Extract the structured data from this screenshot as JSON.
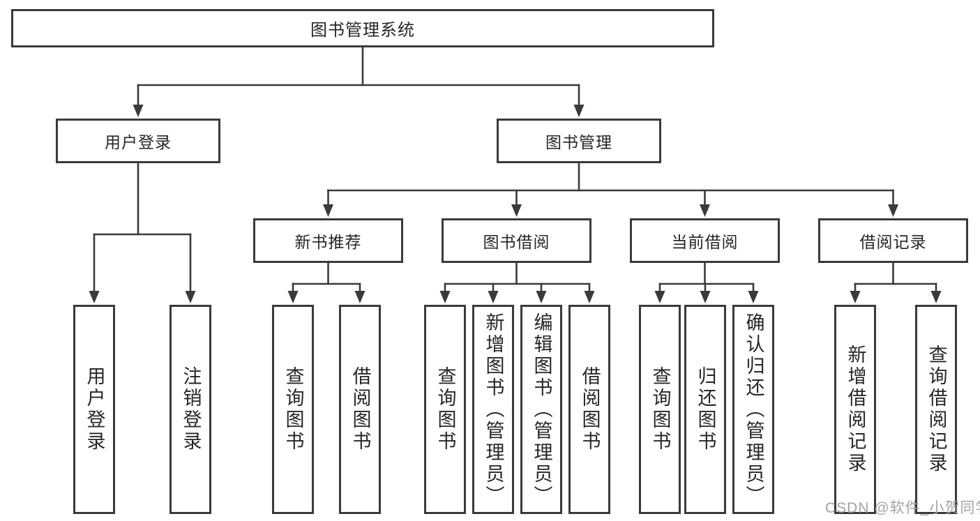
{
  "colors": {
    "line": "#3a3a3a",
    "box_border": "#3a3a3a",
    "box_background": "#ffffff",
    "text": "#262626",
    "watermark": "#9c9c9c",
    "background": "#ffffff"
  },
  "watermark": "CSDN @软件_小贺同学",
  "tree": {
    "root": {
      "label": "图书管理系统",
      "children": [
        {
          "label": "用户登录",
          "children": [
            {
              "label": "用户登录"
            },
            {
              "label": "注销登录"
            }
          ]
        },
        {
          "label": "图书管理",
          "children": [
            {
              "label": "新书推荐",
              "children": [
                {
                  "label": "查询图书"
                },
                {
                  "label": "借阅图书"
                }
              ]
            },
            {
              "label": "图书借阅",
              "children": [
                {
                  "label": "查询图书"
                },
                {
                  "label": "新增图书（管理员）"
                },
                {
                  "label": "编辑图书（管理员）"
                },
                {
                  "label": "借阅图书"
                }
              ]
            },
            {
              "label": "当前借阅",
              "children": [
                {
                  "label": "查询图书"
                },
                {
                  "label": "归还图书"
                },
                {
                  "label": "确认归还（管理员）"
                }
              ]
            },
            {
              "label": "借阅记录",
              "children": [
                {
                  "label": "新增借阅记录"
                },
                {
                  "label": "查询借阅记录"
                }
              ]
            }
          ]
        }
      ]
    }
  }
}
